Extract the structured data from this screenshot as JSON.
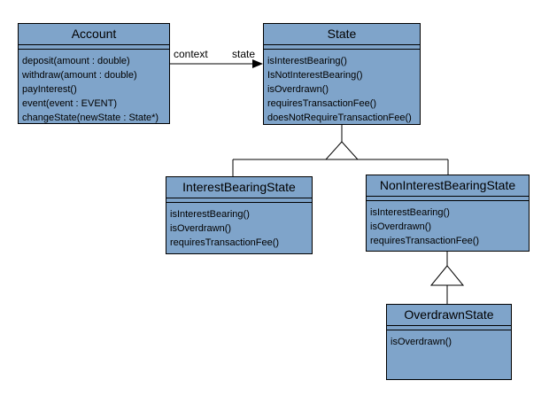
{
  "diagram": {
    "kind": "uml-class-diagram",
    "colors": {
      "class_fill": "#7FA4CA",
      "border": "#000000",
      "text": "#000000",
      "background": "#ffffff"
    }
  },
  "classes": [
    {
      "name": "Account",
      "attributes": [],
      "methods": [
        "deposit(amount : double)",
        "withdraw(amount : double)",
        "payInterest()",
        "event(event : EVENT)",
        "changeState(newState : State*)"
      ]
    },
    {
      "name": "State",
      "attributes": [],
      "methods": [
        "isInterestBearing()",
        "IsNotInterestBearing()",
        "isOverdrawn()",
        "requiresTransactionFee()",
        "doesNotRequireTransactionFee()"
      ]
    },
    {
      "name": "InterestBearingState",
      "attributes": [],
      "methods": [
        "isInterestBearing()",
        "isOverdrawn()",
        "requiresTransactionFee()"
      ]
    },
    {
      "name": "NonInterestBearingState",
      "attributes": [],
      "methods": [
        "isInterestBearing()",
        "isOverdrawn()",
        "requiresTransactionFee()"
      ]
    },
    {
      "name": "OverdrawnState",
      "attributes": [],
      "methods": [
        "isOverdrawn()"
      ]
    }
  ],
  "relationships": {
    "association": {
      "from": "Account",
      "to": "State",
      "labels": {
        "near_from": "context",
        "near_to": "state"
      }
    },
    "generalizations": [
      {
        "parent": "State",
        "children": [
          "InterestBearingState",
          "NonInterestBearingState"
        ]
      },
      {
        "parent": "NonInterestBearingState",
        "children": [
          "OverdrawnState"
        ]
      }
    ]
  }
}
